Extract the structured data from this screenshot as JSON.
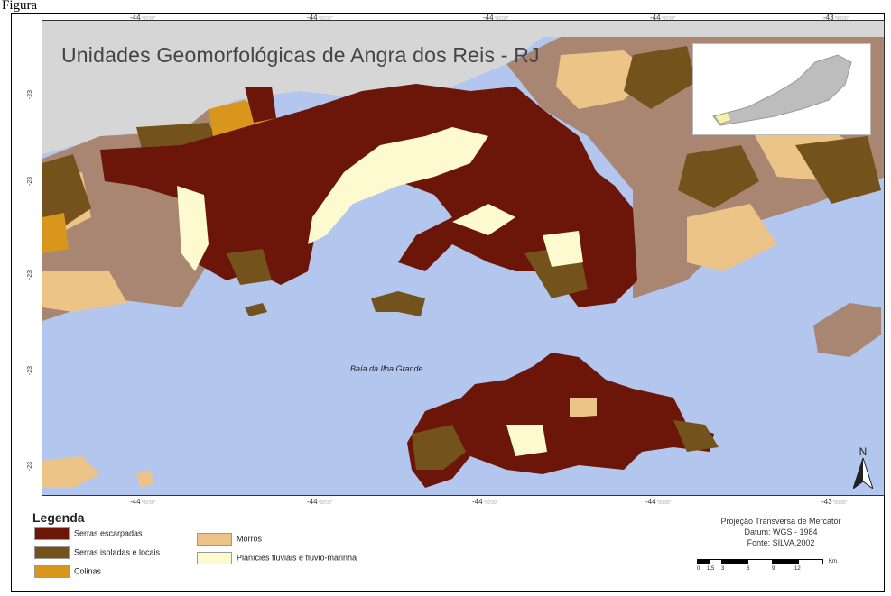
{
  "figure_label": "Figura",
  "map": {
    "title": "Unidades Geomorfológicas de Angra dos Reis - RJ",
    "water_label": "Baía da Ilha Grande",
    "north_letter": "N",
    "top_coords": [
      "-44",
      "-44",
      "-44",
      "-44",
      "-43"
    ],
    "bottom_coords": [
      "-44",
      "-44",
      "-44",
      "-44",
      "-43"
    ],
    "left_coords": [
      "-23",
      "-23",
      "-23",
      "-23",
      "-23"
    ],
    "colors": {
      "water": "#b3c6ee",
      "outside_area": "#d6d6d6",
      "serras_escarpadas": "#6b1608",
      "serras_isoladas": "#74521b",
      "colinas": "#d8961c",
      "morros": "#edc488",
      "planicies": "#fdfad0",
      "other_relief": "#a98672"
    }
  },
  "legend": {
    "title": "Legenda",
    "items": [
      {
        "label": "Serras escarpadas",
        "color": "#6b1608"
      },
      {
        "label": "Serras isoladas e locais",
        "color": "#74521b"
      },
      {
        "label": "Colinas",
        "color": "#d8961c"
      },
      {
        "label": "Morros",
        "color": "#edc488"
      },
      {
        "label": "Planícies fluviais e fluvio-marinha",
        "color": "#fdfad0"
      }
    ]
  },
  "projection": {
    "line1": "Projeção Transversa de Mercator",
    "line2": "Datum: WGS - 1984",
    "line3": "Fonte: SILVA,2002"
  },
  "scale": {
    "labels": [
      "0",
      "1,5",
      "3",
      "6",
      "9",
      "12"
    ],
    "unit": "Km"
  }
}
